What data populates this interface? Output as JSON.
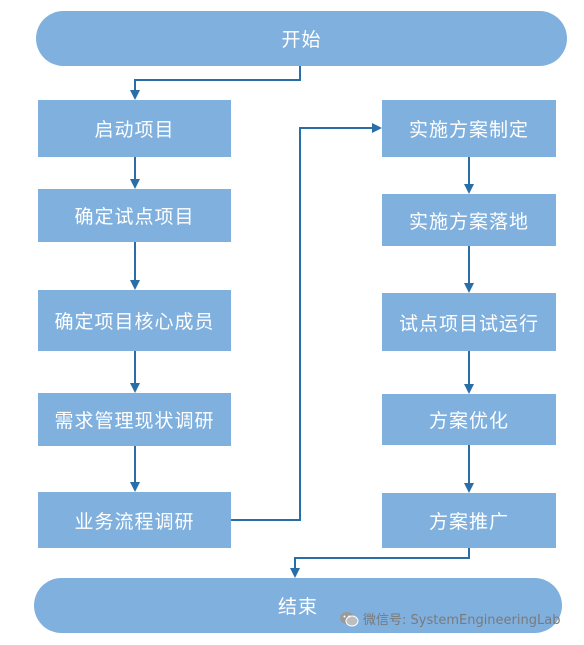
{
  "nodes": {
    "start": "开始",
    "kickoff": "启动项目",
    "pilot_select": "确定试点项目",
    "core_team": "确定项目核心成员",
    "requirements": "需求管理现状调研",
    "process_research": "业务流程调研",
    "plan_make": "实施方案制定",
    "plan_deploy": "实施方案落地",
    "pilot_run": "试点项目试运行",
    "optimize": "方案优化",
    "promote": "方案推广",
    "end": "结束"
  },
  "watermark": {
    "text": "微信号: SystemEngineeringLab",
    "icon": "wechat-icon"
  },
  "colors": {
    "node_fill": "#7fb0de",
    "node_text": "#ffffff",
    "arrow": "#2a6ea8",
    "watermark_text": "#7a7a7a"
  }
}
